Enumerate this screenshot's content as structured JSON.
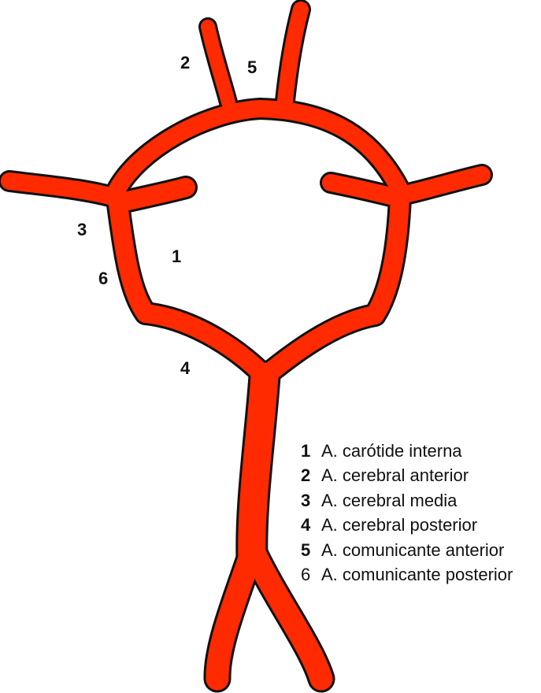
{
  "diagram": {
    "vessel_color": "#ff2a00",
    "outline_color": "#111111",
    "labels": {
      "l1": "1",
      "l2": "2",
      "l3": "3",
      "l4": "4",
      "l5": "5",
      "l6": "6"
    }
  },
  "legend": {
    "items": [
      {
        "num": "1",
        "text": "A. carótide interna",
        "bold": true
      },
      {
        "num": "2",
        "text": "A. cerebral anterior",
        "bold": true
      },
      {
        "num": "3",
        "text": "A. cerebral media",
        "bold": true
      },
      {
        "num": "4",
        "text": "A. cerebral posterior",
        "bold": true
      },
      {
        "num": "5",
        "text": "A. comunicante anterior",
        "bold": true
      },
      {
        "num": "6",
        "text": "A. comunicante posterior",
        "bold": false
      }
    ]
  }
}
